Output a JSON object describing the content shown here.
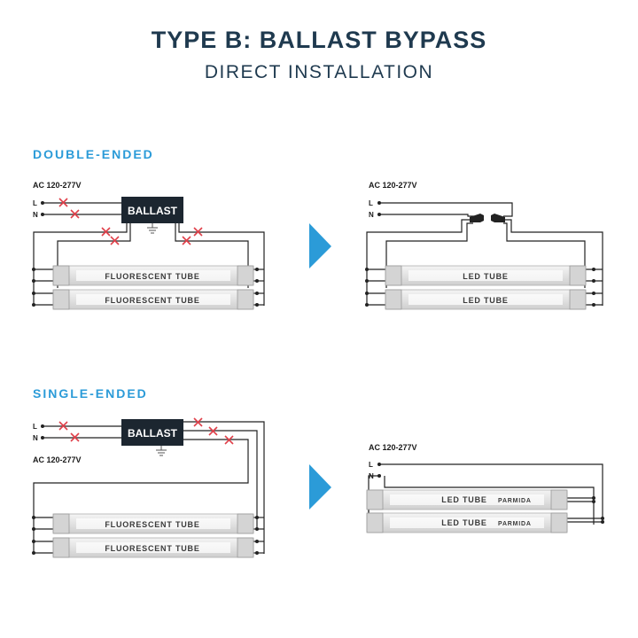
{
  "header": {
    "title": "TYPE B: BALLAST BYPASS",
    "subtitle": "DIRECT INSTALLATION"
  },
  "sections": {
    "double_ended": "DOUBLE-ENDED",
    "single_ended": "SINGLE-ENDED"
  },
  "labels": {
    "voltage": "AC 120-277V",
    "line": "L",
    "neutral": "N",
    "ballast": "BALLAST",
    "fluorescent_tube": "FLUORESCENT TUBE",
    "led_tube": "LED TUBE",
    "brand": "PARMIDA"
  },
  "colors": {
    "title": "#1f3a4f",
    "section": "#2b9bd8",
    "arrow": "#2b9bd8",
    "cut_mark": "#e0404a",
    "ballast_box": "#1c2630",
    "wire": "#222222"
  }
}
